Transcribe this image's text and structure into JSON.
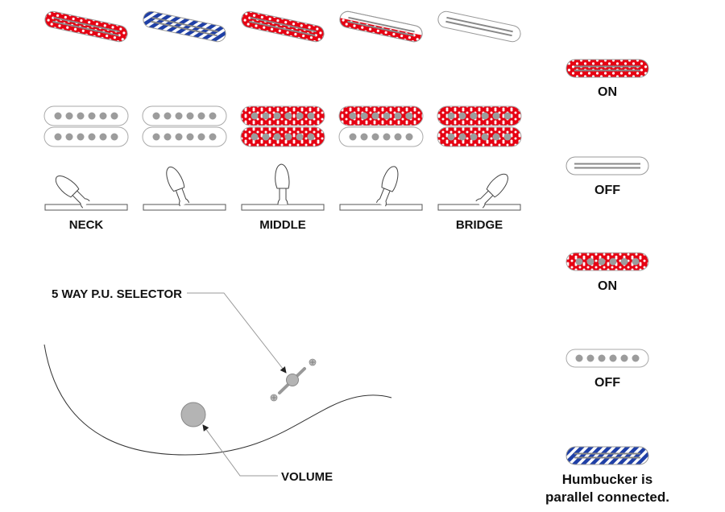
{
  "colors": {
    "on_red": "#e60012",
    "parallel_blue": "#1f3fa6",
    "outline": "#888888",
    "pole": "#a0a0a0",
    "line": "#333333",
    "text": "#111111"
  },
  "positions": [
    {
      "label": "NECK",
      "single_coil": "on",
      "humbucker": {
        "top": "off",
        "bottom": "off"
      },
      "lever": "neck"
    },
    {
      "label": "",
      "single_coil": "parallel",
      "humbucker": {
        "top": "off",
        "bottom": "off"
      },
      "lever": "neck-middle"
    },
    {
      "label": "MIDDLE",
      "single_coil": "on",
      "humbucker": {
        "top": "on",
        "bottom": "on"
      },
      "lever": "middle"
    },
    {
      "label": "",
      "single_coil": "half-on",
      "humbucker": {
        "top": "on",
        "bottom": "off"
      },
      "lever": "middle-bridge"
    },
    {
      "label": "BRIDGE",
      "single_coil": "off",
      "humbucker": {
        "top": "on",
        "bottom": "on"
      },
      "lever": "bridge"
    }
  ],
  "legend": [
    {
      "type": "rail-on",
      "label": "ON"
    },
    {
      "type": "rail-off",
      "label": "OFF"
    },
    {
      "type": "coil-on",
      "label": "ON"
    },
    {
      "type": "coil-off",
      "label": "OFF"
    },
    {
      "type": "parallel",
      "label_lines": [
        "Humbucker is",
        "parallel connected."
      ]
    }
  ],
  "callouts": {
    "selector": "5 WAY P.U. SELECTOR",
    "volume": "VOLUME"
  }
}
